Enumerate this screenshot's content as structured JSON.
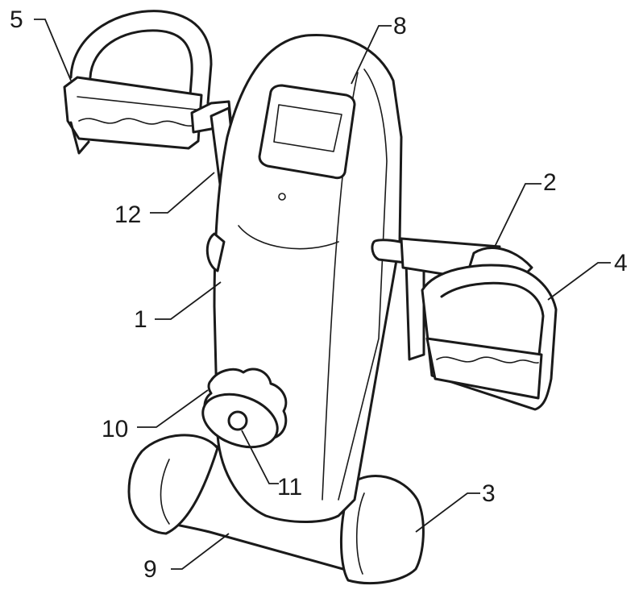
{
  "labels": {
    "l1": "1",
    "l2": "2",
    "l3": "3",
    "l4": "4",
    "l5": "5",
    "l8": "8",
    "l9": "9",
    "l10": "10",
    "l11": "11",
    "l12": "12"
  },
  "colors": {
    "line": "#1a1a1a",
    "background": "#ffffff"
  }
}
